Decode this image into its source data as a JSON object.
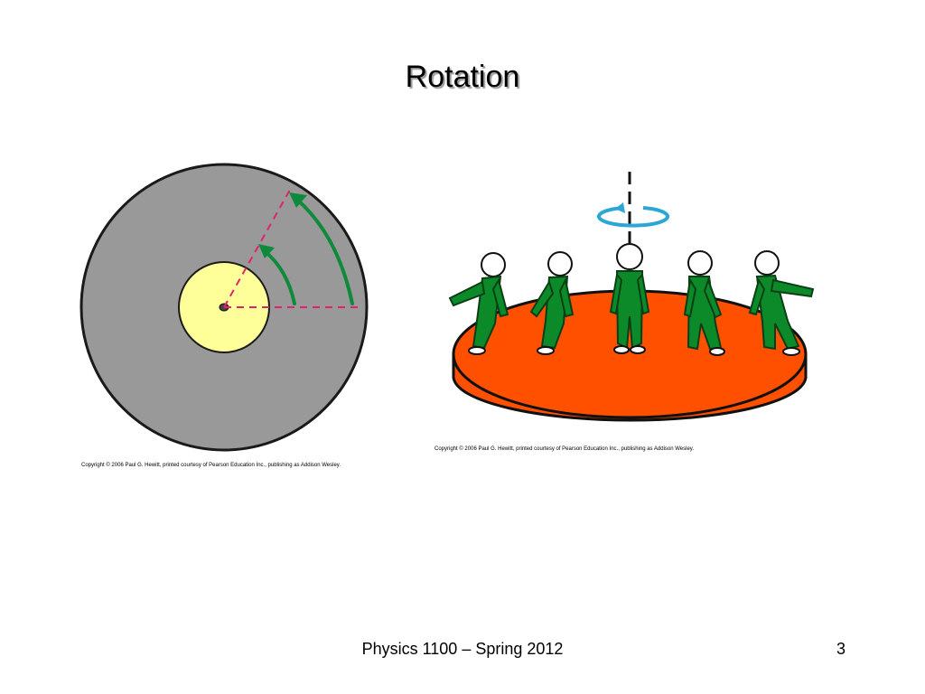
{
  "slide": {
    "title": "Rotation",
    "copyright_left": "Copyright © 2006 Paul G. Hewitt, printed courtesy of Pearson Education Inc., publishing as Addison Wesley.",
    "copyright_right": "Copyright © 2006 Paul G. Hewitt, printed courtesy of Pearson Education Inc., publishing as Addison Wesley.",
    "footer": "Physics 1100 – Spring 2012",
    "page_number": "3"
  },
  "colors": {
    "disk_gray": "#999999",
    "inner_yellow": "#ffff99",
    "dash_pink": "#e0236e",
    "arrow_green": "#0f8a3c",
    "platform_orange": "#ff5000",
    "figure_green": "#0c8a2a",
    "spin_blue": "#2aa7d6"
  }
}
